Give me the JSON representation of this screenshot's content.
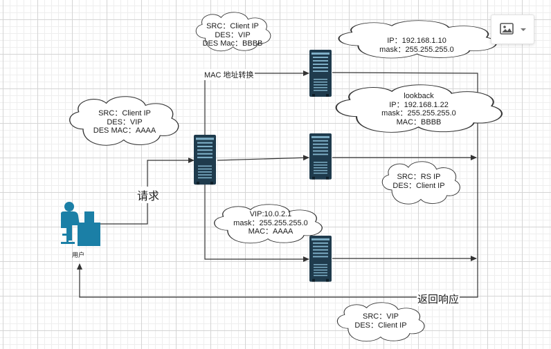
{
  "clouds": {
    "top_src": [
      "SRC：Client IP",
      "DES：VIP",
      "DES Mac：BBBB"
    ],
    "client": [
      "SRC：Client IP",
      "DES：VIP",
      "DES MAC：AAAA"
    ],
    "rs1": [
      "IP：192.168.1.10",
      "mask：255.255.255.0"
    ],
    "lookback": [
      "lookback",
      "IP：192.168.1.22",
      "mask：255.255.255.0",
      "MAC：BBBB"
    ],
    "rs_reply": [
      "SRC：RS IP",
      "DES：Client IP"
    ],
    "vip": [
      "VIP:10.0.2.1",
      "mask：255.255.255.0",
      "MAC：AAAA"
    ],
    "return": [
      "SRC：VIP",
      "DES：Client IP"
    ]
  },
  "labels": {
    "mac_translate": "MAC 地址转换",
    "request": "请求",
    "user": "用户",
    "return_response": "返回响应"
  },
  "colors": {
    "server": "#1f3b4d",
    "server_detail": "#7fb0c8",
    "user": "#1b7fa6",
    "line": "#333333"
  },
  "toolbar": {
    "image_icon": "image-icon",
    "dropdown_icon": "chevron-down-icon"
  }
}
